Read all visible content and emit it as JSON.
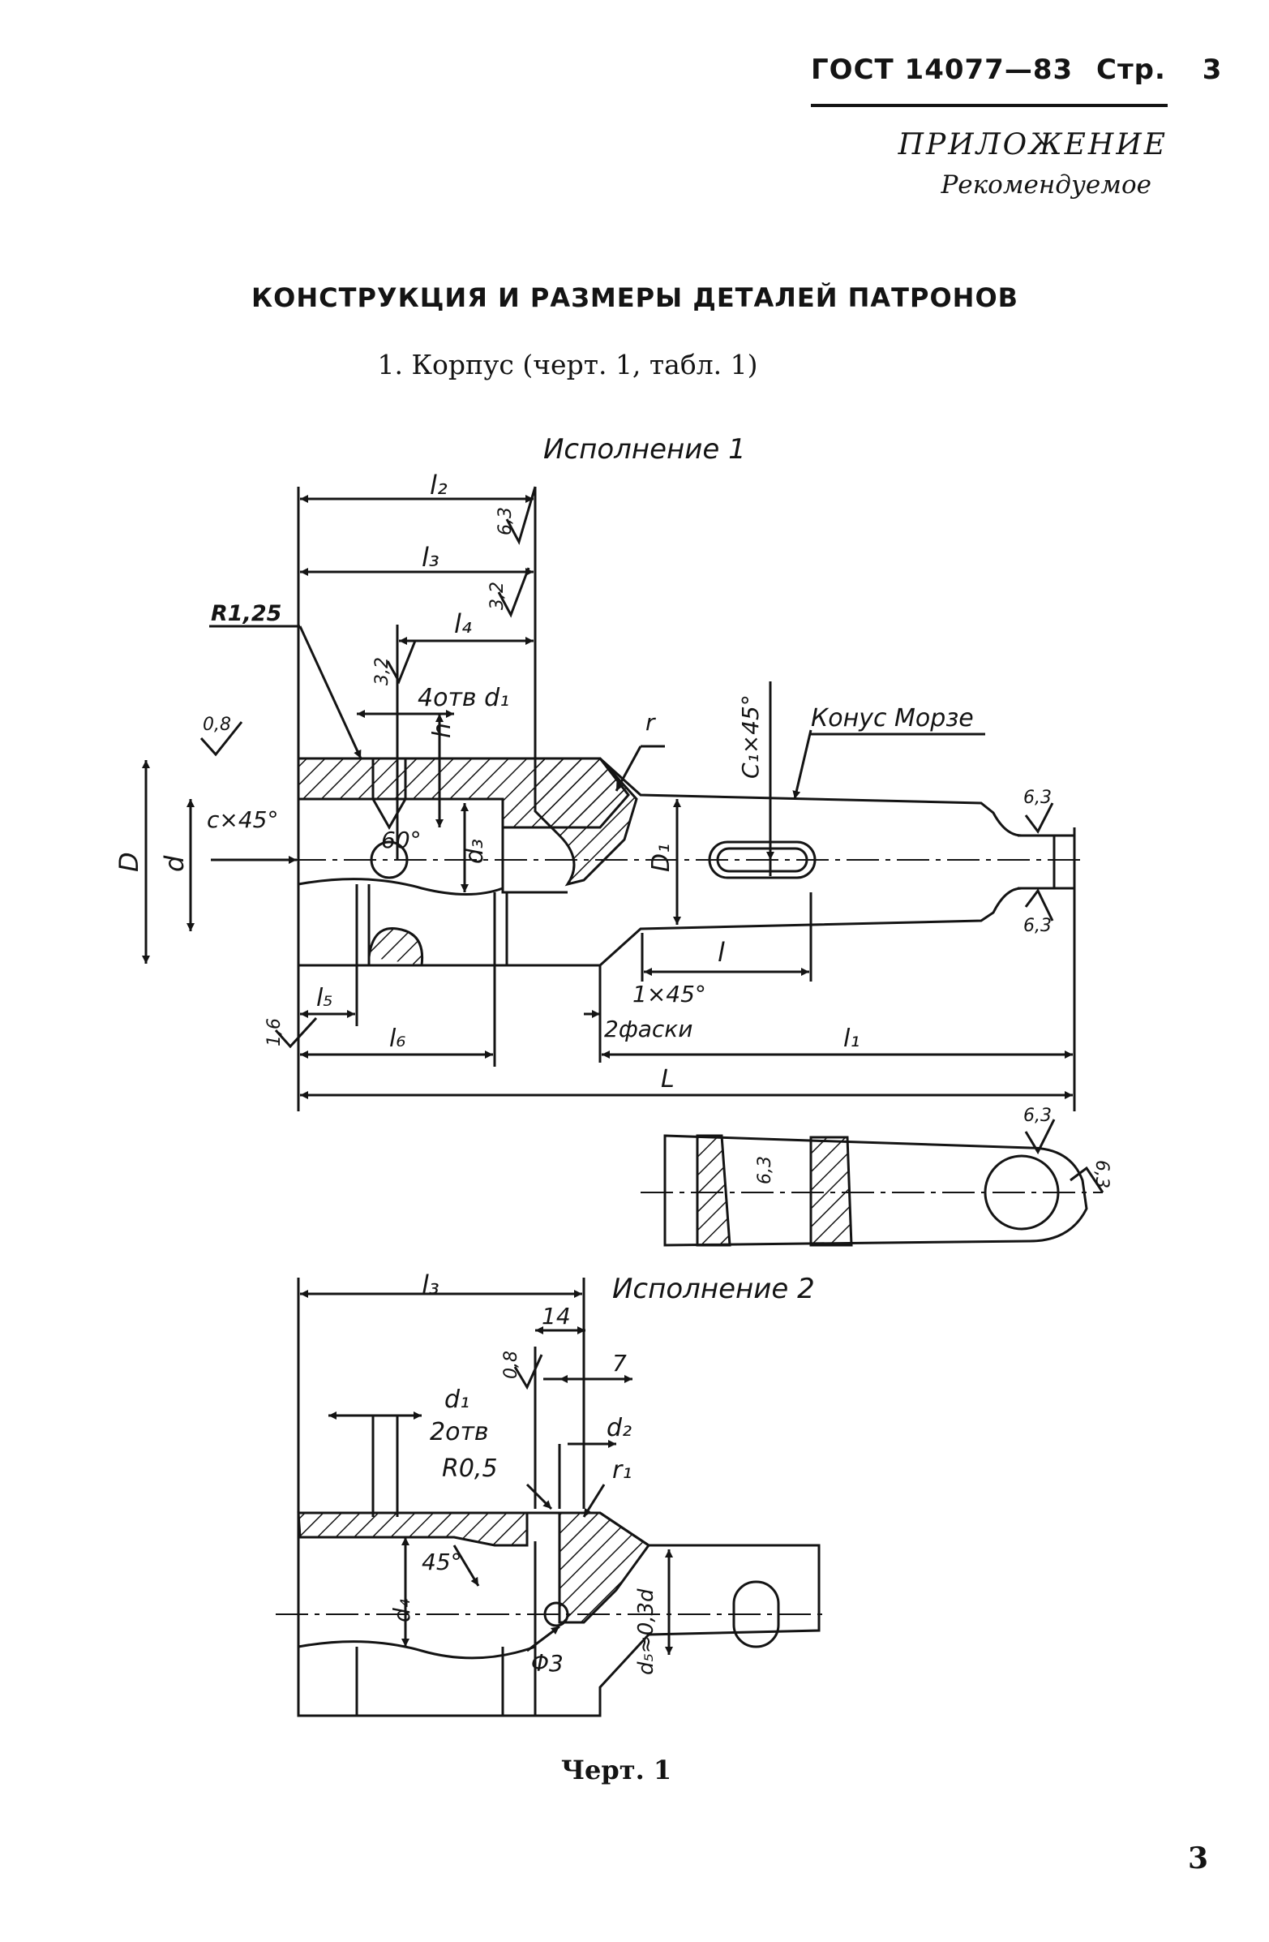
{
  "header": {
    "standard": "ГОСТ 14077—83",
    "page_word": "Стр.",
    "page_num": "3"
  },
  "appendix": {
    "title": "ПРИЛОЖЕНИЕ",
    "subtitle": "Рекомендуемое"
  },
  "section_title": "КОНСТРУКЦИЯ И РАЗМЕРЫ ДЕТАЛЕЙ ПАТРОНОВ",
  "subsection": "1. Корпус (черт. 1, табл. 1)",
  "drawing": {
    "version1_label": "Исполнение 1",
    "version2_label": "Исполнение 2",
    "dims": {
      "l2": "l₂",
      "l3": "l₃",
      "l4": "l₄",
      "l5": "l₅",
      "l6": "l₆",
      "l1": "l₁",
      "L": "L",
      "l": "l",
      "D": "D",
      "d": "d",
      "d3": "d₃",
      "D1": "D₁",
      "h": "h",
      "d1": "d₁",
      "d2": "d₂",
      "d4": "d₄",
      "d5": "d₅≈0,3d",
      "r": "r",
      "r1": "r₁",
      "holes4": "4отв d₁",
      "holes2": "2отв",
      "R1": "R1,25",
      "angle60": "60°",
      "angle45": "45°",
      "chamfer_c": "c×45°",
      "chamfer_c1": "C₁×45°",
      "chamfer_1": "1×45°",
      "two_chamfers": "2фаски",
      "taper": "Конус Морзе",
      "r05": "R0,5",
      "phi3": "Φ3",
      "d14": "14",
      "d7": "7",
      "ra": {
        "v63": "6,3",
        "v32": "3,2",
        "v16": "1,6",
        "v08": "0,8",
        "v08b": "0,8"
      }
    }
  },
  "caption": "Черт. 1",
  "page_number": "3"
}
